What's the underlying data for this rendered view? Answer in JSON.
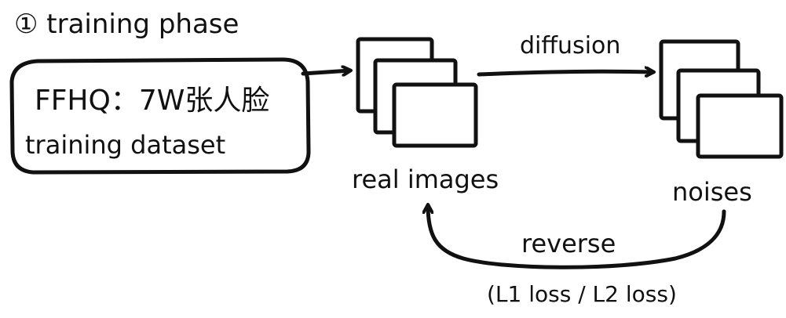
{
  "phase_title": "① training phase",
  "dataset_box": {
    "line1": "FFHQ：7W张人脸",
    "line2": "training dataset"
  },
  "real_images_label": "real images",
  "noises_label": "noises",
  "diffusion_label": "diffusion",
  "reverse_label": "reverse",
  "loss_label": "(L1 loss / L2 loss)",
  "colors": {
    "ink": "#111111",
    "background": "#ffffff"
  }
}
